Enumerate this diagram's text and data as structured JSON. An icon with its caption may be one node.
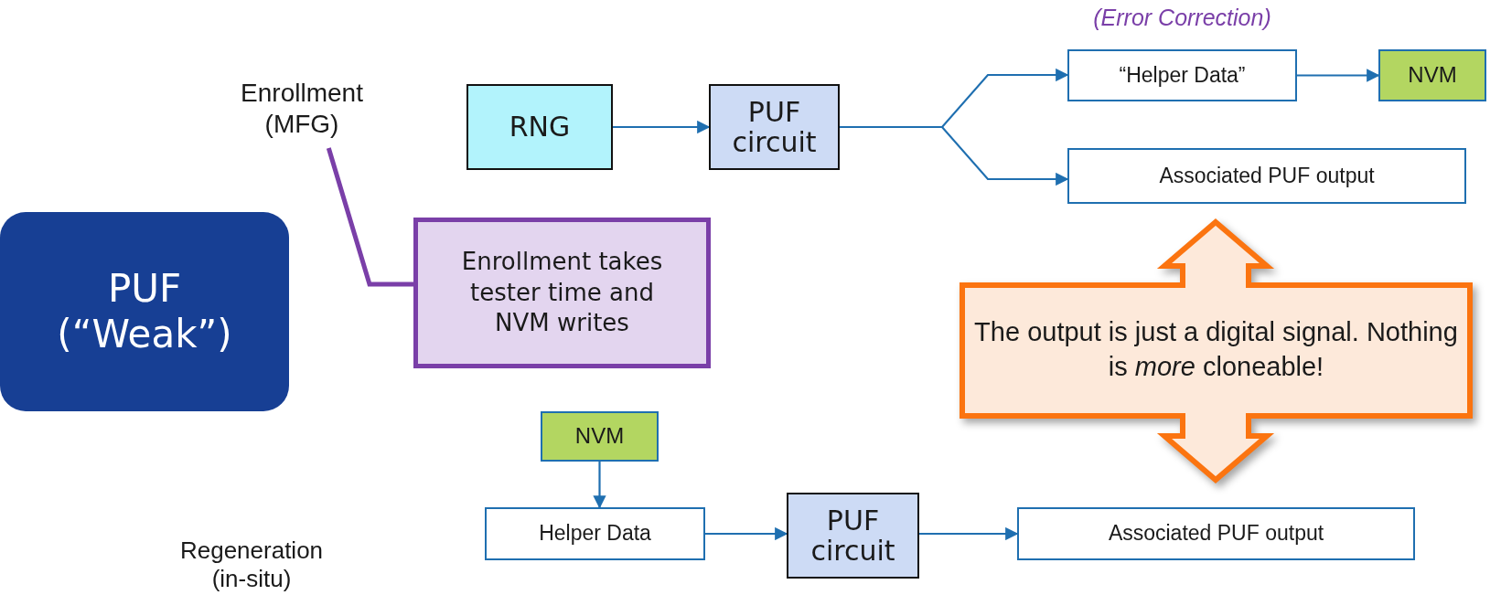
{
  "diagram": {
    "nodes": [
      {
        "text": [
          "PUF (“Weak”)"
        ]
      },
      {
        "text": [
          "Enrollment (MFG)"
        ]
      },
      {
        "text": [
          "RNG"
        ]
      },
      {
        "text": [
          "PUF circuit"
        ]
      },
      {
        "text": [
          "(Error Correction)",
          "“Helper Data”"
        ]
      },
      {
        "text": [
          "NVM"
        ]
      },
      {
        "text": [
          "Associated PUF output"
        ]
      },
      {
        "text": [
          "Enrollment takes tester time and NVM writes"
        ]
      },
      {
        "text": [
          "The output is just a digital signal. Nothing is *more* cloneable!"
        ]
      },
      {
        "text": [
          "NVM"
        ]
      },
      {
        "text": [
          "Helper Data"
        ]
      },
      {
        "text": [
          "PUF circuit"
        ]
      },
      {
        "text": [
          "Associated PUF output"
        ]
      }
    ],
    "edges": [
      {
        "from": 2,
        "to": 3,
        "arrow": "to"
      },
      {
        "from": 3,
        "to": 4,
        "arrow": "to"
      },
      {
        "from": 3,
        "to": 6,
        "arrow": "to"
      },
      {
        "from": 4,
        "to": 5,
        "arrow": "to"
      },
      {
        "from": 1,
        "to": 7,
        "arrow": "none",
        "style": "thick",
        "color": "#7a3fa8"
      },
      {
        "from": 9,
        "to": 10,
        "arrow": "to"
      },
      {
        "from": 10,
        "to": 11,
        "arrow": "to"
      },
      {
        "from": 11,
        "to": 12,
        "arrow": "to"
      }
    ],
    "labels": [
      "Regeneration (in-situ)"
    ]
  }
}
